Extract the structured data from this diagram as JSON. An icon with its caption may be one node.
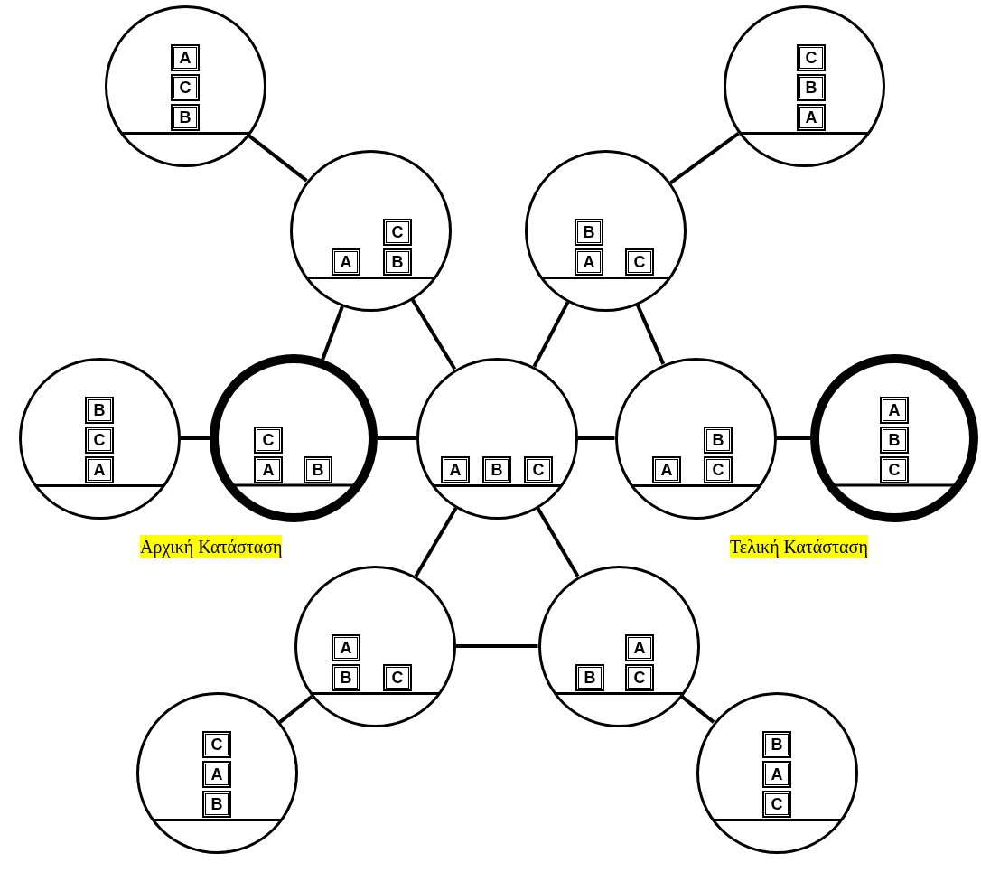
{
  "diagram": {
    "nodes": [
      {
        "text": [],
        "shape": "circle"
      },
      {
        "text": [
          "A"
        ],
        "in": 0
      },
      {
        "text": [
          "C"
        ],
        "in": 0
      },
      {
        "text": [
          "B"
        ],
        "in": 0
      },
      {
        "text": [],
        "shape": "circle"
      },
      {
        "text": [
          "C"
        ],
        "in": 4
      },
      {
        "text": [
          "B"
        ],
        "in": 4
      },
      {
        "text": [
          "A"
        ],
        "in": 4
      },
      {
        "text": [],
        "shape": "circle"
      },
      {
        "text": [
          "C"
        ],
        "in": 8
      },
      {
        "text": [
          "A"
        ],
        "in": 8
      },
      {
        "text": [
          "B"
        ],
        "in": 8
      },
      {
        "text": [],
        "shape": "circle"
      },
      {
        "text": [
          "B"
        ],
        "in": 12
      },
      {
        "text": [
          "A"
        ],
        "in": 12
      },
      {
        "text": [
          "C"
        ],
        "in": 12
      },
      {
        "text": [],
        "shape": "circle"
      },
      {
        "text": [
          "B"
        ],
        "in": 16
      },
      {
        "text": [
          "C"
        ],
        "in": 16
      },
      {
        "text": [
          "A"
        ],
        "in": 16
      },
      {
        "text": [],
        "shape": "circle",
        "beside": [
          "Αρχική Κατάσταση"
        ]
      },
      {
        "text": [
          "C"
        ],
        "in": 20
      },
      {
        "text": [
          "A"
        ],
        "in": 20
      },
      {
        "text": [
          "B"
        ],
        "in": 20
      },
      {
        "text": [],
        "shape": "circle"
      },
      {
        "text": [
          "A"
        ],
        "in": 24
      },
      {
        "text": [
          "B"
        ],
        "in": 24
      },
      {
        "text": [
          "C"
        ],
        "in": 24
      },
      {
        "text": [],
        "shape": "circle"
      },
      {
        "text": [
          "B"
        ],
        "in": 28
      },
      {
        "text": [
          "A"
        ],
        "in": 28
      },
      {
        "text": [
          "C"
        ],
        "in": 28
      },
      {
        "text": [],
        "shape": "circle",
        "beside": [
          "Τελική Κατάσταση"
        ]
      },
      {
        "text": [
          "A"
        ],
        "in": 32
      },
      {
        "text": [
          "B"
        ],
        "in": 32
      },
      {
        "text": [
          "C"
        ],
        "in": 32
      },
      {
        "text": [],
        "shape": "circle"
      },
      {
        "text": [
          "A"
        ],
        "in": 36
      },
      {
        "text": [
          "B"
        ],
        "in": 36
      },
      {
        "text": [
          "C"
        ],
        "in": 36
      },
      {
        "text": [],
        "shape": "circle"
      },
      {
        "text": [
          "A"
        ],
        "in": 40
      },
      {
        "text": [
          "B"
        ],
        "in": 40
      },
      {
        "text": [
          "C"
        ],
        "in": 40
      },
      {
        "text": [],
        "shape": "circle"
      },
      {
        "text": [
          "C"
        ],
        "in": 44
      },
      {
        "text": [
          "A"
        ],
        "in": 44
      },
      {
        "text": [
          "B"
        ],
        "in": 44
      },
      {
        "text": [],
        "shape": "circle"
      },
      {
        "text": [
          "B"
        ],
        "in": 48
      },
      {
        "text": [
          "A"
        ],
        "in": 48
      },
      {
        "text": [
          "C"
        ],
        "in": 48
      }
    ],
    "edges": [
      {
        "from": 0,
        "to": 8,
        "arrow": "none"
      },
      {
        "from": 4,
        "to": 12,
        "arrow": "none"
      },
      {
        "from": 8,
        "to": 20,
        "arrow": "none"
      },
      {
        "from": 8,
        "to": 24,
        "arrow": "none"
      },
      {
        "from": 12,
        "to": 24,
        "arrow": "none"
      },
      {
        "from": 12,
        "to": 28,
        "arrow": "none"
      },
      {
        "from": 16,
        "to": 20,
        "arrow": "none"
      },
      {
        "from": 20,
        "to": 24,
        "arrow": "none"
      },
      {
        "from": 24,
        "to": 28,
        "arrow": "none"
      },
      {
        "from": 28,
        "to": 32,
        "arrow": "none"
      },
      {
        "from": 24,
        "to": 36,
        "arrow": "none"
      },
      {
        "from": 24,
        "to": 40,
        "arrow": "none"
      },
      {
        "from": 36,
        "to": 40,
        "arrow": "none"
      },
      {
        "from": 36,
        "to": 44,
        "arrow": "none"
      },
      {
        "from": 40,
        "to": 48,
        "arrow": "none"
      }
    ]
  }
}
